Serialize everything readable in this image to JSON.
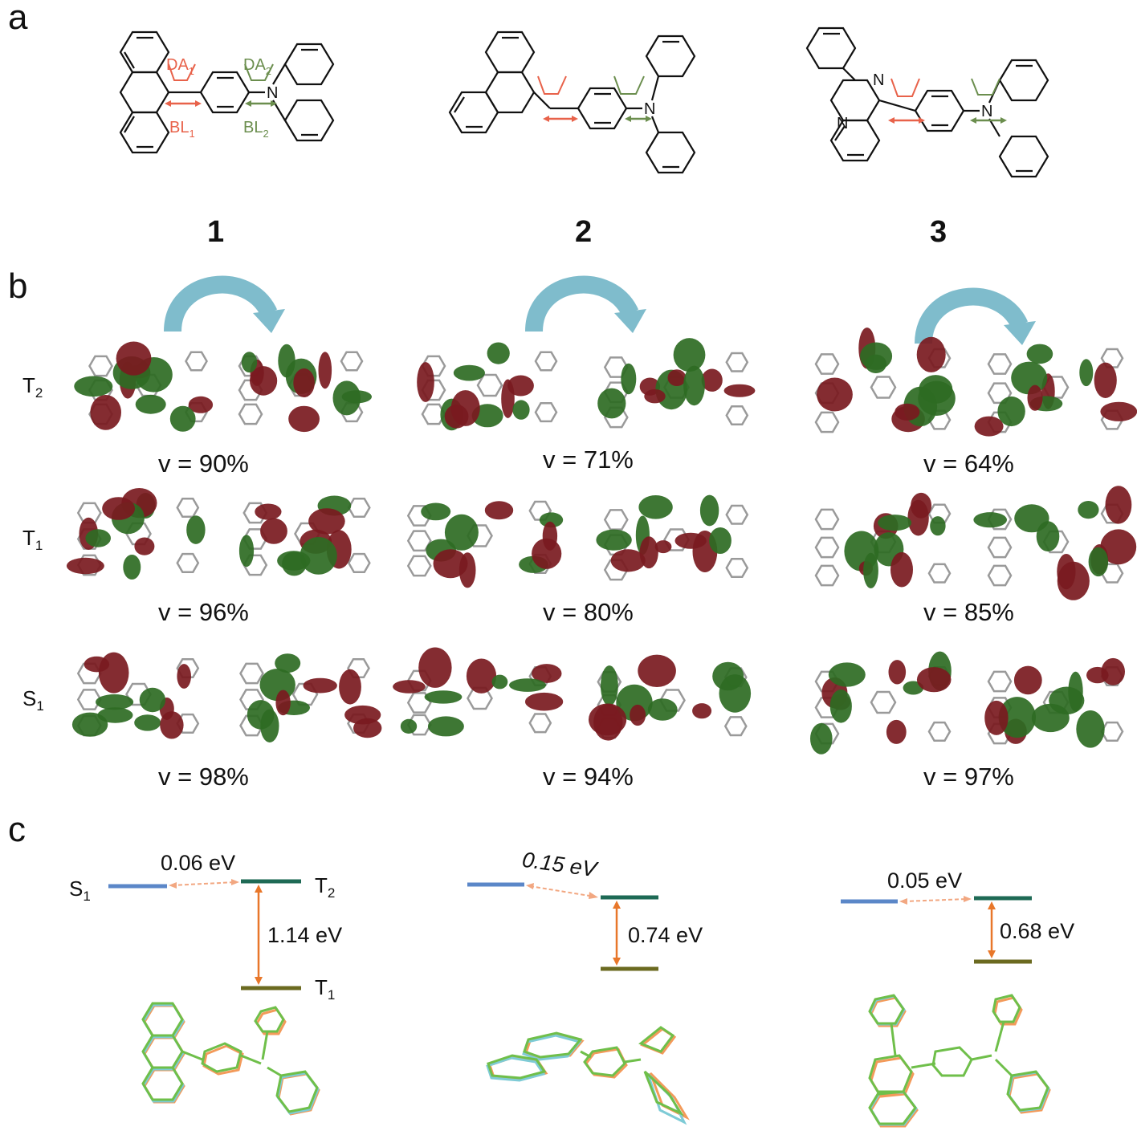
{
  "panels": {
    "a": "a",
    "b": "b",
    "c": "c"
  },
  "compounds": [
    "1",
    "2",
    "3"
  ],
  "structure_labels": {
    "da1": "DA",
    "da1_sub": "1",
    "da2": "DA",
    "da2_sub": "2",
    "bl1": "BL",
    "bl1_sub": "1",
    "bl2": "BL",
    "bl2_sub": "2",
    "nitrogen": "N"
  },
  "states": [
    {
      "name": "T",
      "sub": "2"
    },
    {
      "name": "T",
      "sub": "1"
    },
    {
      "name": "S",
      "sub": "1"
    }
  ],
  "overlaps": {
    "row_T2": [
      "v = 90%",
      "v = 71%",
      "v = 64%"
    ],
    "row_T1": [
      "v = 96%",
      "v = 80%",
      "v = 85%"
    ],
    "row_S1": [
      "v = 98%",
      "v = 94%",
      "v = 97%"
    ]
  },
  "energy_diagrams": [
    {
      "gap_S1_T2": "0.06 eV",
      "gap_T2_T1": "1.14 eV",
      "S1": "S",
      "S1_sub": "1",
      "T2": "T",
      "T2_sub": "2",
      "T1": "T",
      "T1_sub": "1"
    },
    {
      "gap_S1_T2": "0.15 eV",
      "gap_T2_T1": "0.74 eV"
    },
    {
      "gap_S1_T2": "0.05 eV",
      "gap_T2_T1": "0.68 eV"
    }
  ],
  "colors": {
    "orbital_green": "#2e6b23",
    "orbital_red": "#7a1a1f",
    "arrow_blue": "#7fbccc",
    "level_S1": "#5b87c8",
    "level_T2": "#1e6a55",
    "level_T1": "#6b6a20",
    "vertical_arrow": "#e8772a",
    "isc_arrow": "#f2a781",
    "label_red": "#e8624a",
    "label_green": "#6b8e4e"
  }
}
